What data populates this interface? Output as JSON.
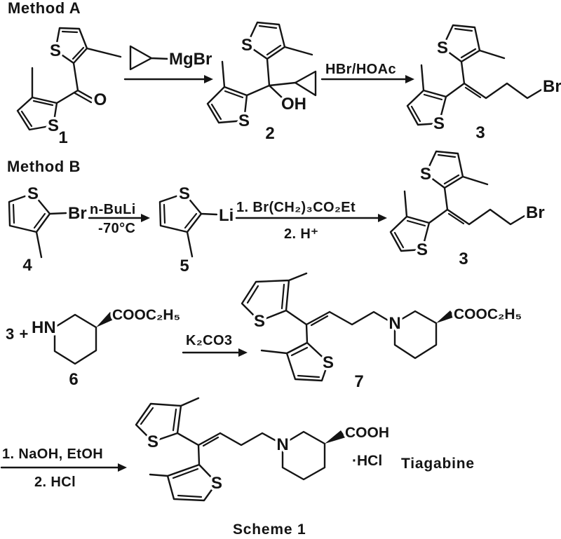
{
  "headers": {
    "method_a": "Method A",
    "method_b": "Method B"
  },
  "footer": {
    "scheme_title": "Scheme 1"
  },
  "atoms": {
    "s": "S",
    "o": "O",
    "n": "N",
    "hn": "HN",
    "oh": "OH",
    "br": "Br",
    "li": "Li",
    "mgbr": "MgBr",
    "ester": "COOC₂H₅",
    "acid": "COOH"
  },
  "compound_numbers": {
    "c1": "1",
    "c2": "2",
    "c3": "3",
    "c4": "4",
    "c5": "5",
    "c6": "6",
    "c7": "7"
  },
  "reagents": {
    "method_a_step2": "HBr/HOAc",
    "method_b_step1_line1": "n-BuLi",
    "method_b_step1_line2": "-70°C",
    "method_b_step2_line1": "1. Br(CH₂)₃CO₂Et",
    "method_b_step2_line2": "2. H⁺",
    "coupling_base": "K₂CO3",
    "hydrolysis_line1": "1. NaOH, EtOH",
    "hydrolysis_line2": "2. HCl"
  },
  "coupling_prefix": "3 +",
  "product": {
    "salt": "·HCl",
    "name": "Tiagabine"
  }
}
